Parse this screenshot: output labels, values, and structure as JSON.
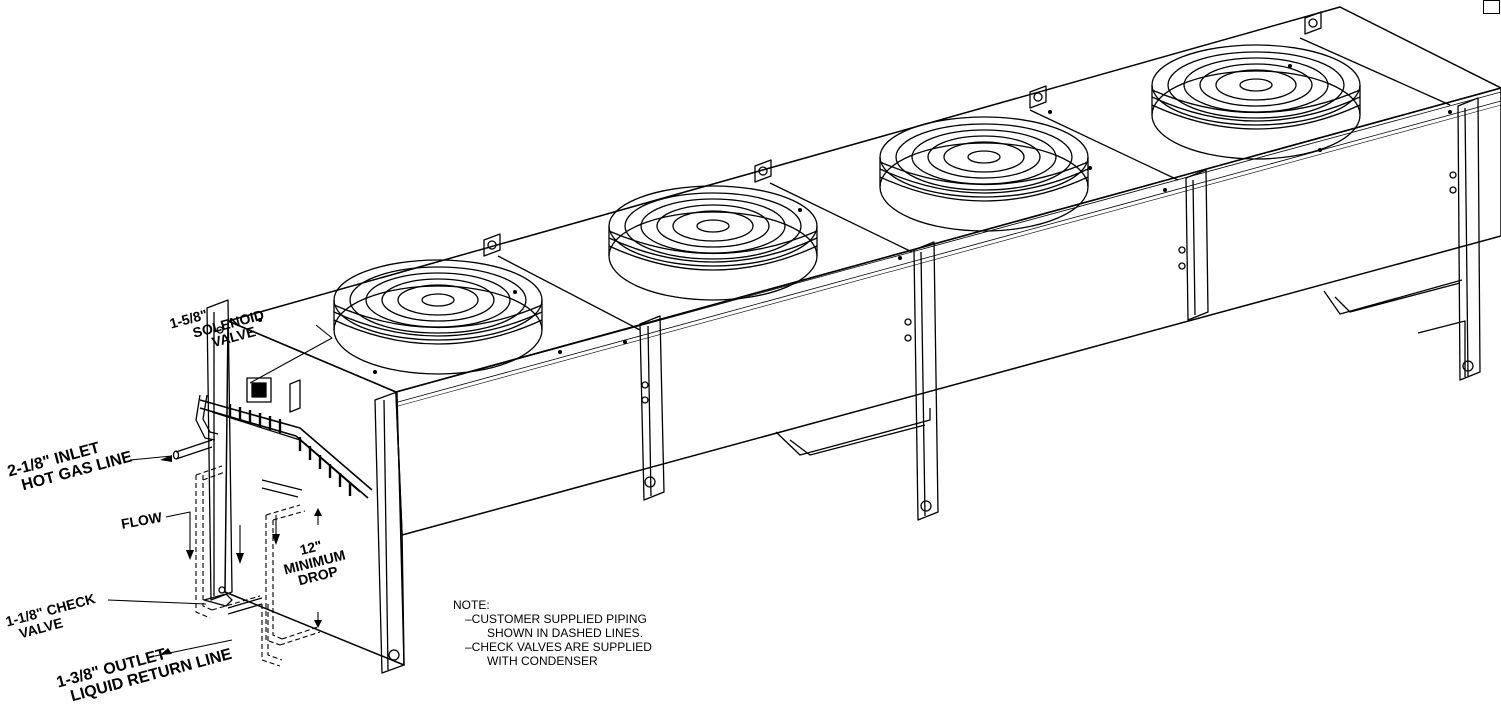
{
  "labels": {
    "solenoid": [
      "1-5/8\"",
      "SOLENOID",
      "VALVE"
    ],
    "inlet": [
      "2-1/8\" INLET",
      "HOT GAS LINE"
    ],
    "flow": "FLOW",
    "drop": [
      "12\"",
      "MINIMUM",
      "DROP"
    ],
    "check": [
      "1-1/8\" CHECK",
      "VALVE"
    ],
    "outlet": [
      "1-3/8\" OUTLET",
      "LIQUID RETURN LINE"
    ]
  },
  "note": {
    "title": "NOTE:",
    "lines": [
      "–CUSTOMER SUPPLIED PIPING",
      "SHOWN IN DASHED LINES.",
      "–CHECK VALVES ARE SUPPLIED",
      "WITH CONDENSER"
    ]
  },
  "icons": {
    "fans": [
      "fan-guard-icon",
      "fan-guard-icon",
      "fan-guard-icon",
      "fan-guard-icon"
    ],
    "arrows": [
      "flow-arrow-icon",
      "drop-arrow-icon"
    ]
  }
}
